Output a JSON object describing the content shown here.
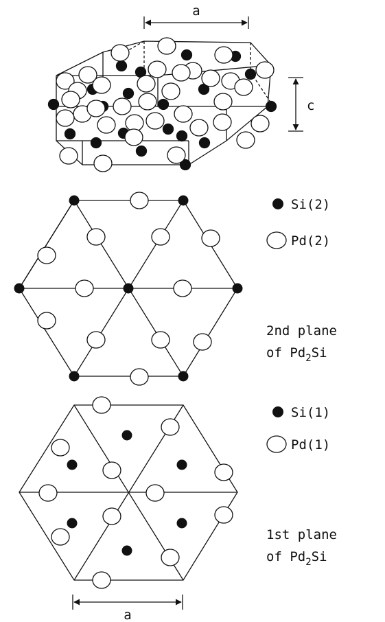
{
  "labels": {
    "lattice_a": "a",
    "lattice_c": "c",
    "bottom_a": "a"
  },
  "legend_top": [
    {
      "symbol": "filled",
      "text": "Si(2)"
    },
    {
      "symbol": "open",
      "text": "Pd(2)"
    }
  ],
  "plane2": {
    "line1": "2nd plane",
    "prefix": "of Pd",
    "sub": "2",
    "suffix": "Si"
  },
  "legend_bottom": [
    {
      "symbol": "filled",
      "text": "Si(1)"
    },
    {
      "symbol": "open",
      "text": "Pd(1)"
    }
  ],
  "plane1": {
    "line1": "1st plane",
    "prefix": "of Pd",
    "sub": "2",
    "suffix": "Si"
  },
  "colors": {
    "ink": "#111111",
    "paper": "#ffffff"
  }
}
